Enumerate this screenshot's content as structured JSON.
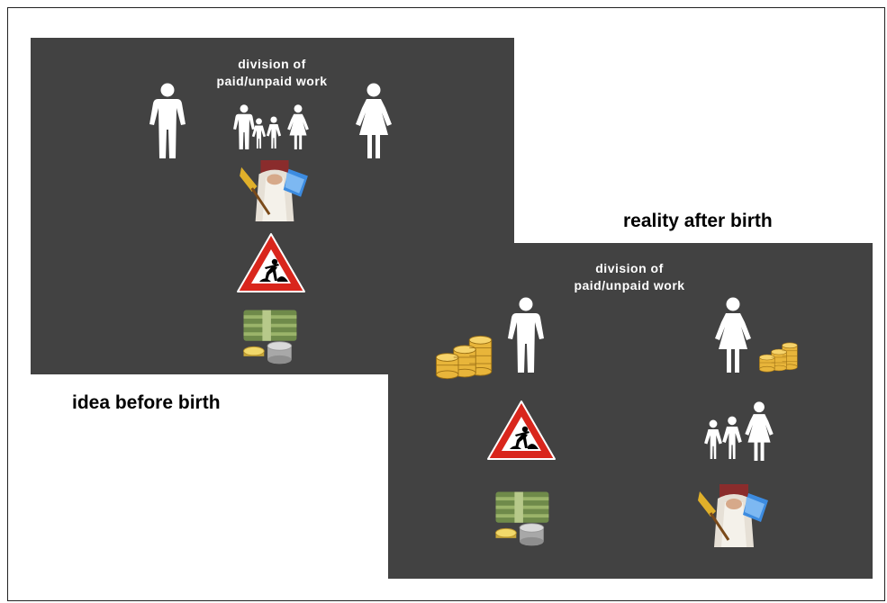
{
  "colors": {
    "panel": "#424242",
    "figure": "#ffffff",
    "warning_red": "#d9261c"
  },
  "before": {
    "heading_line1": "division of",
    "heading_line2": "paid/unpaid work",
    "caption": "idea before birth",
    "icons": [
      "man-icon",
      "family-icon",
      "woman-icon",
      "cleaning-woman-icon",
      "roadwork-sign-icon",
      "money-stack-icon"
    ]
  },
  "after": {
    "heading_line1": "division of",
    "heading_line2": "paid/unpaid work",
    "caption": "reality after birth",
    "icons": [
      "coins-icon",
      "man-icon",
      "woman-icon",
      "coins-icon",
      "roadwork-sign-icon",
      "family-icon",
      "money-stack-icon",
      "cleaning-woman-icon"
    ]
  }
}
